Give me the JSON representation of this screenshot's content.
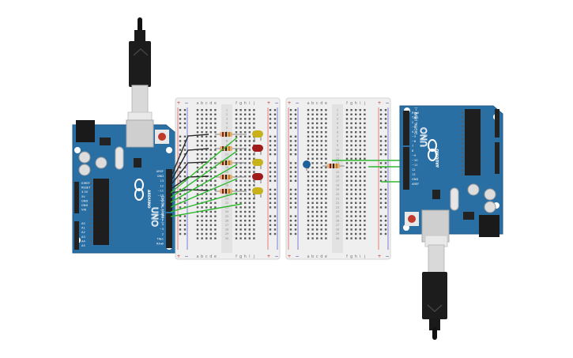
{
  "colors": {
    "board": "#2a6fa4",
    "board_dark": "#1f5a88",
    "breadboard": "#efefef",
    "wire_green": "#2eb82e",
    "wire_black": "#2a2a2a",
    "led_yellow": "#c8b21a",
    "led_red": "#a11a1a",
    "led_blue": "#1f5f9a",
    "usb": "#1a1a1a"
  },
  "left_arduino": {
    "brand": "ARDUINO",
    "model": "UNO",
    "digital_label": "DIGITAL (PWM ~)",
    "analog_label": "ANALOG IN",
    "power_label": "POWER",
    "pins_right": [
      "AREF",
      "GND",
      "13",
      "12",
      "~11",
      "~10",
      "~9",
      "8",
      "7",
      "~6",
      "~5",
      "4",
      "~3",
      "2",
      "TX▸1",
      "RX◂0"
    ],
    "pins_left_power": [
      "IOREF",
      "RESET",
      "3.3V",
      "5V",
      "GND",
      "GND",
      "VIN"
    ],
    "pins_left_analog": [
      "A0",
      "A1",
      "A2",
      "A3",
      "A4",
      "A5"
    ]
  },
  "right_arduino": {
    "brand": "ARDUINO",
    "model": "UNO",
    "digital_label": "DIGITAL (PWM ~)",
    "pins_left": [
      "RX◂0",
      "TX▸1",
      "2",
      "~3",
      "4",
      "~5",
      "~6",
      "7",
      "8",
      "~9",
      "~10",
      "~11",
      "12",
      "13",
      "GND",
      "AREF"
    ]
  },
  "breadboard": {
    "col_letters_left": [
      "a",
      "b",
      "c",
      "d",
      "e"
    ],
    "col_letters_right": [
      "f",
      "g",
      "h",
      "i",
      "j"
    ],
    "rail_plus": "+",
    "rail_minus": "−",
    "row_numbers": [
      "1",
      "2",
      "3",
      "4",
      "5",
      "6",
      "7",
      "8",
      "9",
      "10",
      "11",
      "12",
      "13",
      "14",
      "15",
      "16",
      "17",
      "18",
      "19",
      "20",
      "21",
      "22",
      "23",
      "24",
      "25",
      "26",
      "27",
      "28",
      "29",
      "30"
    ]
  },
  "left_leds": [
    "yellow",
    "red",
    "yellow",
    "red",
    "yellow"
  ],
  "right_leds": [
    "blue"
  ]
}
